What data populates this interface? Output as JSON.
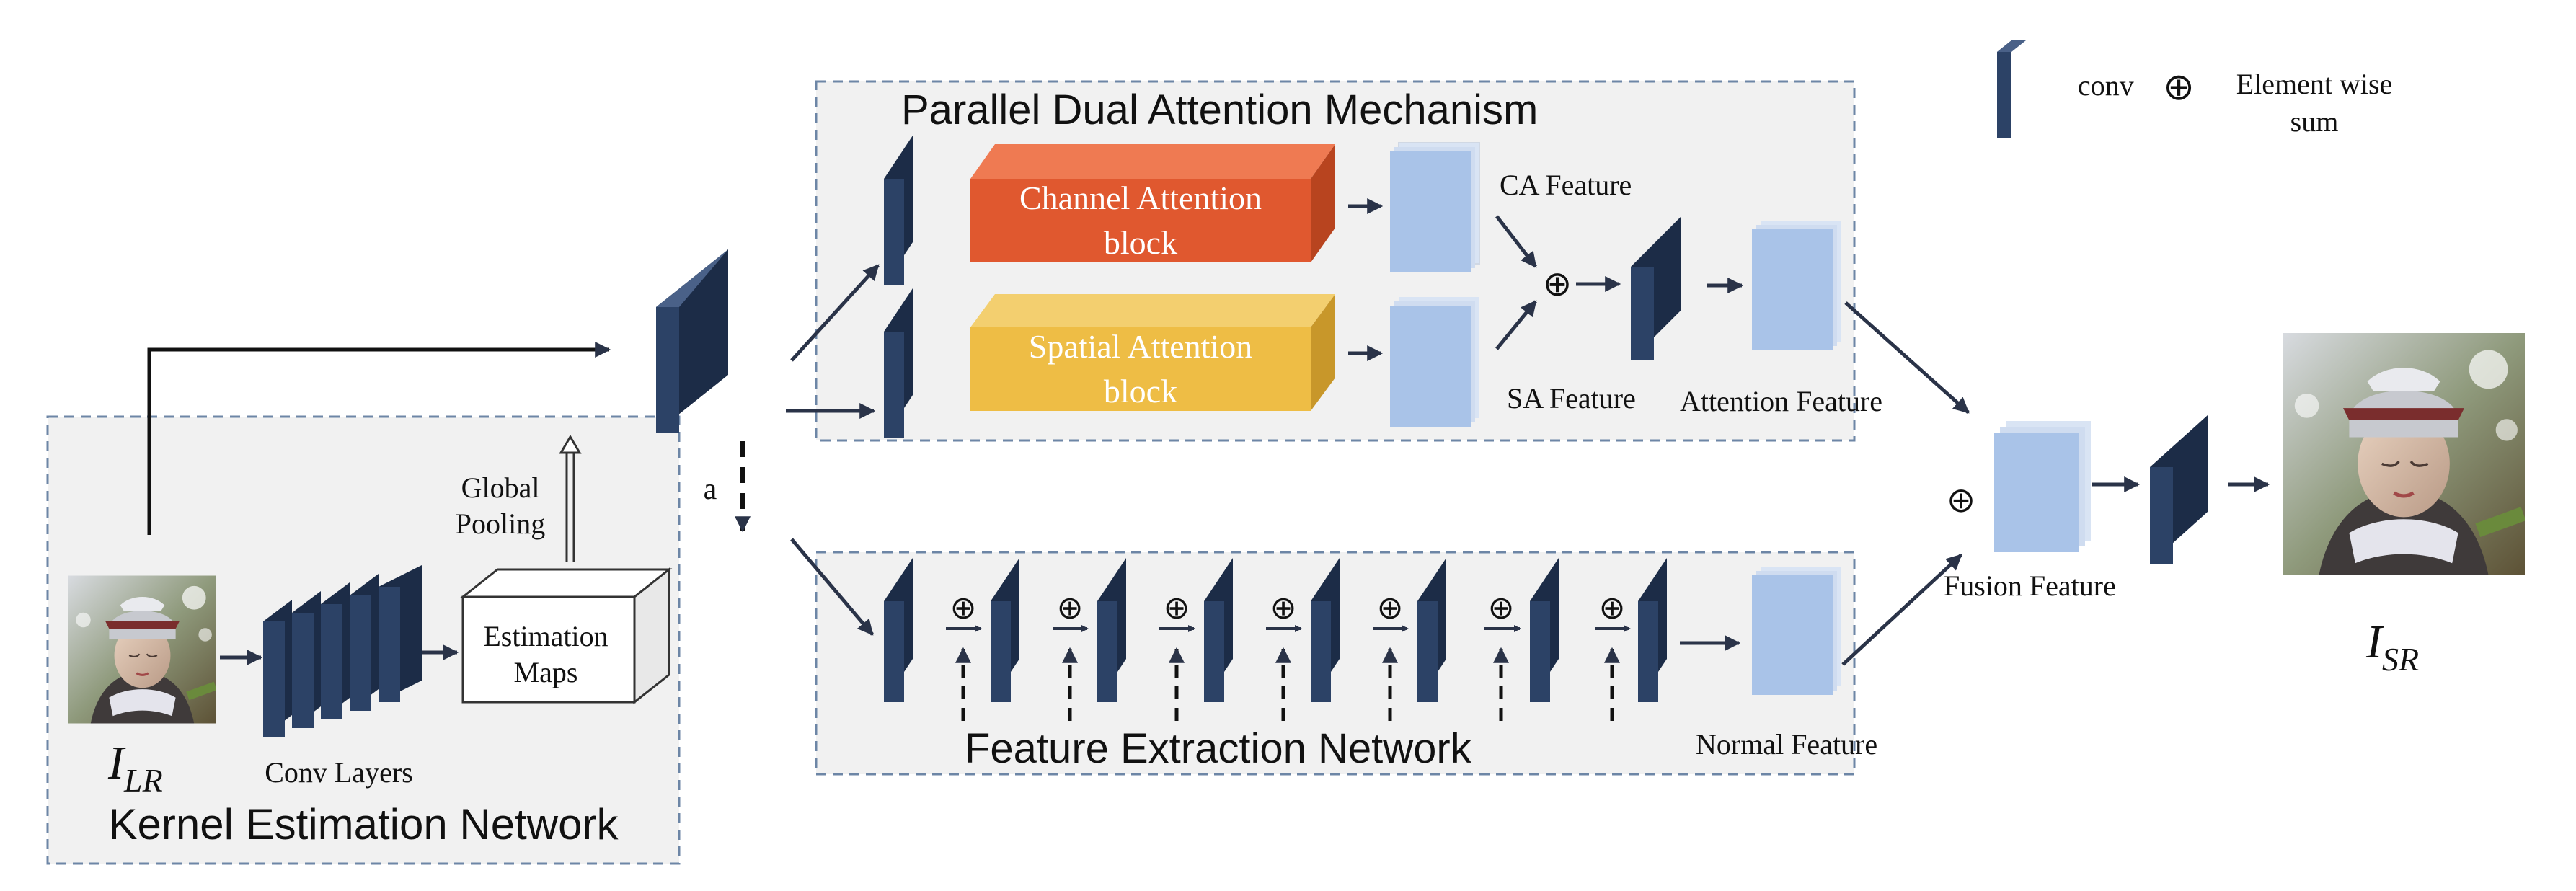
{
  "legend": {
    "conv_label": "conv",
    "sum_symbol": "⊕",
    "sum_label_line1": "Element wise",
    "sum_label_line2": "sum"
  },
  "kernel_net": {
    "title": "Kernel Estimation Network",
    "conv_label": "Conv Layers",
    "maps_line1": "Estimation",
    "maps_line2": "Maps",
    "pool_line1": "Global",
    "pool_line2": "Pooling",
    "input_label_main": "I",
    "input_label_sub": "LR"
  },
  "attention": {
    "title": "Parallel Dual Attention Mechanism",
    "ca_block_line1": "Channel Attention",
    "ca_block_line2": "block",
    "sa_block_line1": "Spatial Attention",
    "sa_block_line2": "block",
    "ca_feature": "CA Feature",
    "sa_feature": "SA Feature",
    "attention_feature": "Attention Feature",
    "sum_symbol": "⊕"
  },
  "feature_net": {
    "title": "Feature Extraction Network",
    "normal_feature": "Normal Feature",
    "sum_symbol": "⊕"
  },
  "branch_label": "a",
  "fusion": {
    "label": "Fusion Feature",
    "sum_symbol": "⊕",
    "output_label_main": "I",
    "output_label_sub": "SR"
  },
  "colors": {
    "conv": "#2c4266",
    "conv_side": "#1c2c47",
    "feature": "#a9c3e8",
    "channel_attention": "#e0582f",
    "spatial_attention": "#eebd45",
    "panel_bg": "#f1f1f1",
    "panel_border": "#6d86a6"
  }
}
